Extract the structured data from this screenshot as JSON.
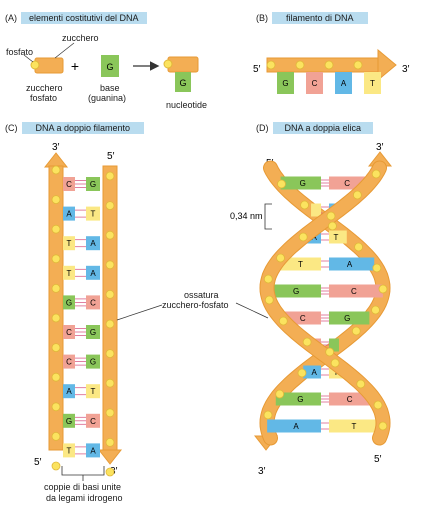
{
  "colors": {
    "strand": "#f3ae54",
    "strand_edge": "#e79a35",
    "phosphate": "#fbe35f",
    "phosphate_edge": "#e0b83a",
    "G": "#8ac65a",
    "C": "#f1a295",
    "A": "#62b8e6",
    "T": "#fbe884",
    "bond": "#d8608a",
    "panel_tag": "#b9dcef"
  },
  "panel_a": {
    "letter": "(A)",
    "title": "elementi costitutivi del DNA",
    "label_fosfato": "fosfato",
    "label_zucchero": "zucchero",
    "label_zucchero_fosfato_1": "zucchero",
    "label_zucchero_fosfato_2": "fosfato",
    "plus": "+",
    "base_letter": "G",
    "label_base_1": "base",
    "label_base_2": "(guanina)",
    "nucleotide_letter": "G",
    "label_nucleotide": "nucleotide"
  },
  "panel_b": {
    "letter": "(B)",
    "title": "filamento di DNA",
    "end_left": "5′",
    "end_right": "3′",
    "bases": [
      "G",
      "C",
      "A",
      "T"
    ]
  },
  "panel_c": {
    "letter": "(C)",
    "title": "DNA a doppio filamento",
    "top_left": "3′",
    "top_right": "5′",
    "bottom_left": "5′",
    "bottom_right": "3′",
    "pairs": [
      [
        "C",
        "G"
      ],
      [
        "A",
        "T"
      ],
      [
        "T",
        "A"
      ],
      [
        "T",
        "A"
      ],
      [
        "G",
        "C"
      ],
      [
        "C",
        "G"
      ],
      [
        "C",
        "G"
      ],
      [
        "A",
        "T"
      ],
      [
        "G",
        "C"
      ],
      [
        "T",
        "A"
      ]
    ],
    "label_backbone_1": "ossatura",
    "label_backbone_2": "zucchero-fosfato",
    "label_pairs_1": "coppie di basi unite",
    "label_pairs_2": "da legami idrogeno"
  },
  "panel_d": {
    "letter": "(D)",
    "title": "DNA a doppia elica",
    "top_left": "5′",
    "top_right": "3′",
    "bottom_left": "3′",
    "bottom_right": "5′",
    "spacing_label": "0,34 nm",
    "pairs": [
      [
        "G",
        "C"
      ],
      [
        "T",
        "A"
      ],
      [
        "A",
        "T"
      ],
      [
        "T",
        "A"
      ],
      [
        "G",
        "C"
      ],
      [
        "C",
        "G"
      ],
      [
        "C",
        "G"
      ],
      [
        "A",
        "T"
      ],
      [
        "G",
        "C"
      ],
      [
        "A",
        "T"
      ]
    ]
  }
}
